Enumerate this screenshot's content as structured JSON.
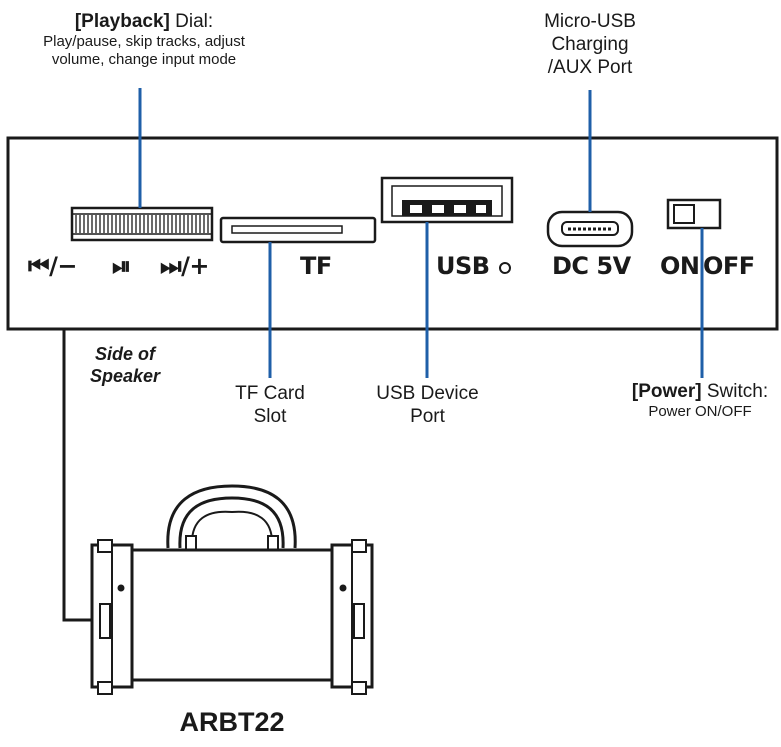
{
  "callouts": {
    "playback": {
      "bold": "[Playback]",
      "rest": " Dial:",
      "desc_line1": "Play/pause, skip tracks, adjust",
      "desc_line2": "volume, change input mode"
    },
    "charging": {
      "line1": "Micro-USB",
      "line2": "Charging",
      "line3": "/AUX Port"
    },
    "tf": {
      "line1": "TF Card",
      "line2": "Slot"
    },
    "usb": {
      "line1": "USB Device",
      "line2": "Port"
    },
    "power": {
      "bold": "[Power]",
      "rest": " Switch:",
      "desc": "Power ON/OFF"
    }
  },
  "panel": {
    "dial_labels": {
      "prev": "⏮/−",
      "play": "⏯",
      "next": "⏭/+"
    },
    "tf_label": "TF",
    "usb_label": "USB",
    "dc_label": "DC 5V",
    "on_label": "ON",
    "off_label": "OFF"
  },
  "side_label": {
    "line1": "Side of",
    "line2": "Speaker"
  },
  "model": "ARBT22",
  "colors": {
    "callout_line": "#1f5fa8",
    "ink": "#1a1a1a"
  }
}
